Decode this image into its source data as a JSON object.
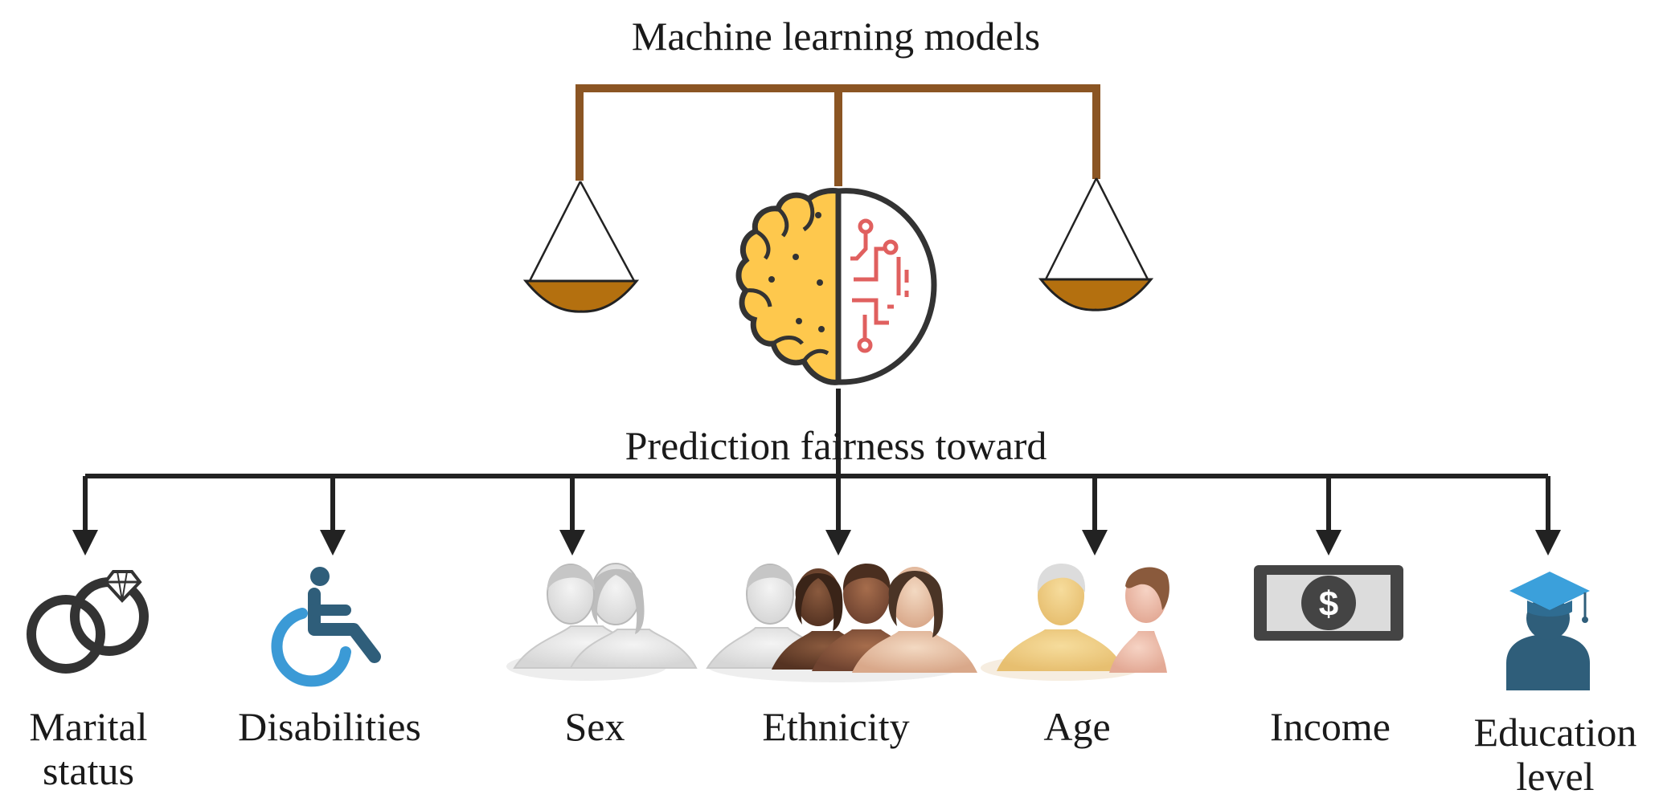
{
  "diagram": {
    "title": "Machine learning models",
    "subtitle": "Prediction fairness toward",
    "categories": [
      {
        "id": "marital",
        "line1": "Marital",
        "line2": "status",
        "icon": "rings-icon"
      },
      {
        "id": "disabilities",
        "line1": "Disabilities",
        "line2": "",
        "icon": "wheelchair-icon"
      },
      {
        "id": "sex",
        "line1": "Sex",
        "line2": "",
        "icon": "two-faces-icon"
      },
      {
        "id": "ethnicity",
        "line1": "Ethnicity",
        "line2": "",
        "icon": "group-faces-icon"
      },
      {
        "id": "age",
        "line1": "Age",
        "line2": "",
        "icon": "old-young-faces-icon"
      },
      {
        "id": "income",
        "line1": "Income",
        "line2": "",
        "icon": "banknote-icon"
      },
      {
        "id": "education",
        "line1": "Education",
        "line2": "level",
        "icon": "graduate-icon"
      }
    ]
  },
  "colors": {
    "beam": "#8b5523",
    "pan": "#b4700f",
    "arrow": "#222222",
    "brain_left": "#fec84d",
    "brain_outline": "#333333",
    "circuit": "#e0605f",
    "wheelchair_blue": "#3b9ad6",
    "wheelchair_dark": "#2f5e7a",
    "graduate": "#2f5e7a",
    "cap_blue": "#3ba0db",
    "banknote": "#444444"
  }
}
